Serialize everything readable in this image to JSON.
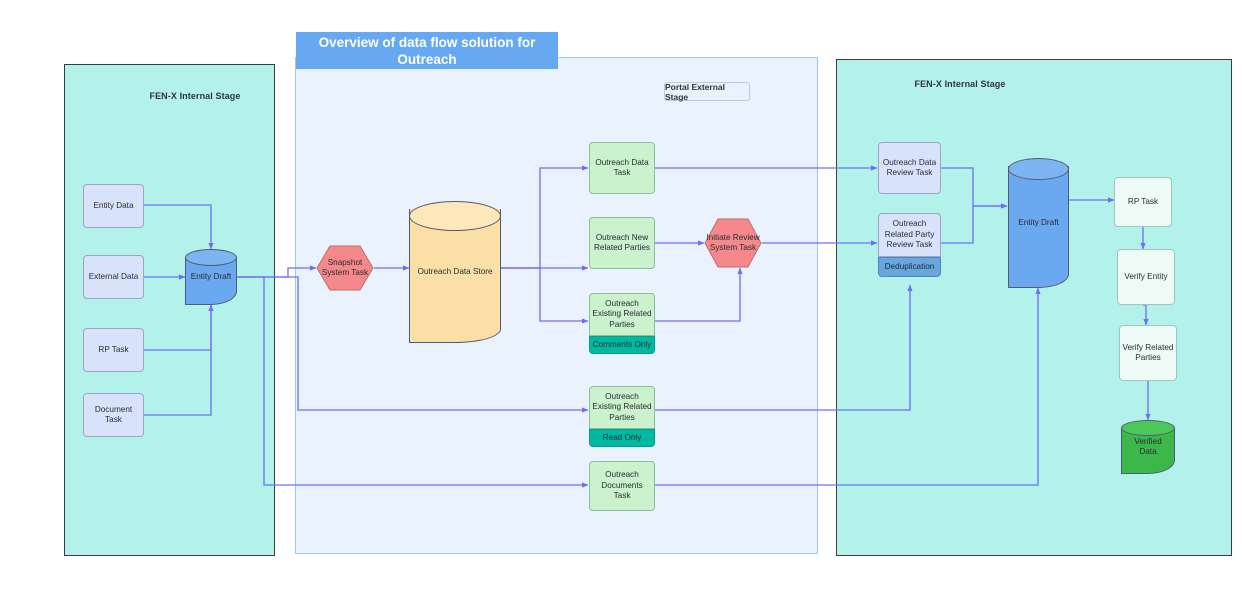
{
  "title_banner": {
    "text": "Overview of data flow solution for Outreach"
  },
  "lanes": [
    {
      "name": "left",
      "title": "FEN-X Internal Stage"
    },
    {
      "name": "right",
      "title": "FEN-X Internal Stage"
    }
  ],
  "tags": [
    {
      "name": "portal-external-stage",
      "label": "Portal External Stage"
    }
  ],
  "left_stage": {
    "nodes": [
      {
        "id": "entity-data",
        "label": "Entity Data"
      },
      {
        "id": "external-data",
        "label": "External Data"
      },
      {
        "id": "rp-task",
        "label": "RP Task"
      },
      {
        "id": "document-task",
        "label": "Document\nTask"
      }
    ],
    "store": {
      "id": "entity-draft-left",
      "label": "Entity Draft"
    }
  },
  "portal_stage": {
    "system_tasks": [
      {
        "id": "snapshot-system-task",
        "label": "Snapshot\nSystem Task"
      },
      {
        "id": "initiate-review-system-task",
        "label": "Initiate Review\nSystem Task"
      }
    ],
    "store": {
      "id": "outreach-data-store",
      "label": "Outreach Data Store"
    },
    "nodes": [
      {
        "id": "outreach-data-task",
        "label": "Outreach Data\nTask",
        "badge": null
      },
      {
        "id": "outreach-new-related",
        "label": "Outreach New\nRelated Parties",
        "badge": null
      },
      {
        "id": "outreach-existing-comments",
        "label": "Outreach\nExisting Related\nParties",
        "badge": "Comments Only"
      },
      {
        "id": "outreach-existing-readonly",
        "label": "Outreach\nExisting Related\nParties",
        "badge": "Read Only"
      },
      {
        "id": "outreach-documents-task",
        "label": "Outreach\nDocuments Task",
        "badge": null
      }
    ]
  },
  "right_stage": {
    "review_nodes": [
      {
        "id": "outreach-data-review-task",
        "label": "Outreach Data\nReview Task",
        "badge": null
      },
      {
        "id": "outreach-rp-review-task",
        "label": "Outreach\nRelated Party\nReview Task",
        "badge": "Deduplication"
      }
    ],
    "store": {
      "id": "entity-draft-right",
      "label": "Entity Draft"
    },
    "chain": [
      {
        "id": "rp-task-right",
        "label": "RP Task"
      },
      {
        "id": "verify-entity",
        "label": "Verify Entity"
      },
      {
        "id": "verify-related",
        "label": "Verify Related\nParties"
      }
    ],
    "output_store": {
      "id": "verified-data",
      "label": "Verified\nData"
    }
  },
  "colors": {
    "banner": "#66a9f2",
    "lane_internal": "#b2f2ea",
    "lane_portal": "#eaf2fd",
    "node_lavender": "#d9e2fb",
    "node_green": "#c9f2cd",
    "node_mint": "#eefaf6",
    "hex_red": "#f4888a",
    "store_orange": "#fcdfa7",
    "store_blue": "#6aa9ef",
    "store_green": "#3cb84a",
    "badge_teal": "#00b9a0",
    "badge_blue": "#6aa5dd",
    "connector": "#6f6ff0"
  }
}
